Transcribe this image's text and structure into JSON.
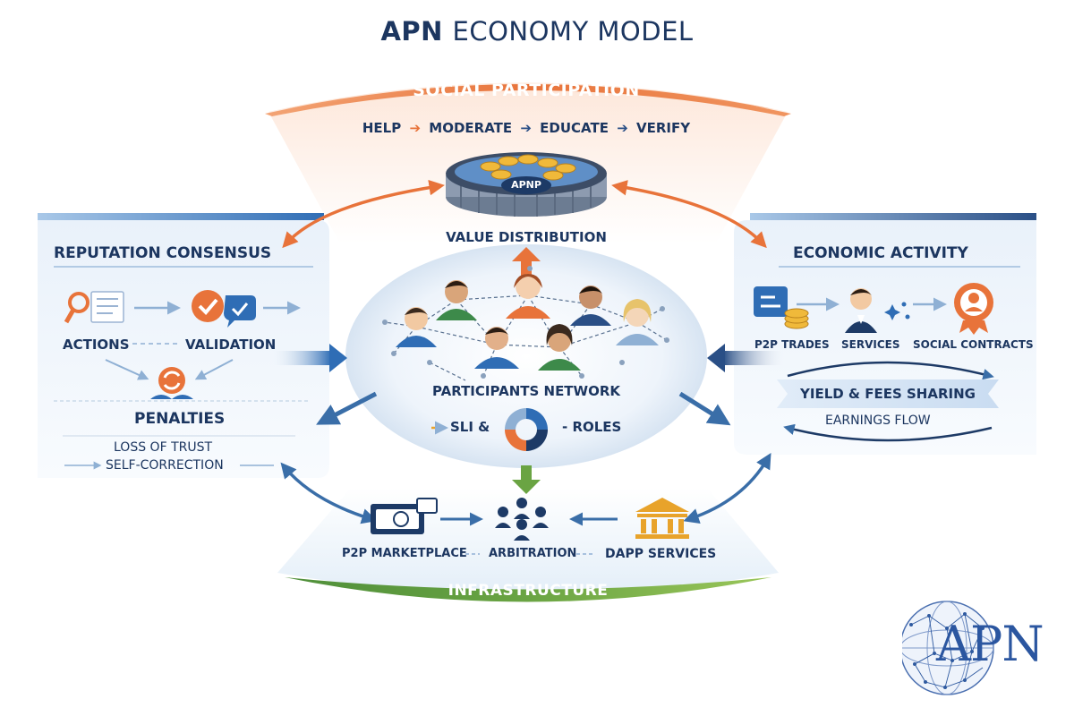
{
  "title": {
    "part1": "APN",
    "part2": "ECONOMY MODEL"
  },
  "social": {
    "title": "SOCIAL PARTICIPATION",
    "steps": [
      "HELP",
      "MODERATE",
      "EDUCATE",
      "VERIFY"
    ],
    "pool_label": "APNP",
    "distribution": "VALUE DISTRIBUTION"
  },
  "reputation": {
    "title": "REPUTATION CONSENSUS",
    "actions": "ACTIONS",
    "validation": "VALIDATION",
    "penalties": "PENALTIES",
    "loss": "LOSS OF TRUST",
    "correction": "SELF-CORRECTION"
  },
  "network": {
    "title": "PARTICIPANTS NETWORK",
    "sli": "SLI &",
    "roles": "- ROLES"
  },
  "economic": {
    "title": "ECONOMIC ACTIVITY",
    "items": [
      "P2P TRADES",
      "SERVICES",
      "SOCIAL CONTRACTS"
    ],
    "yield": "YIELD & FEES SHARING",
    "earnings": "EARNINGS FLOW"
  },
  "infrastructure": {
    "title": "INFRASTRUCTURE",
    "items": [
      "P2P MARKETPLACE",
      "ARBITRATION",
      "DAPP SERVICES"
    ]
  },
  "logo": {
    "text": "APN"
  },
  "colors": {
    "navy": "#1c3660",
    "orange": "#e8733a",
    "blue": "#2f6db5",
    "green": "#6aa443",
    "gold": "#e8a32b"
  }
}
